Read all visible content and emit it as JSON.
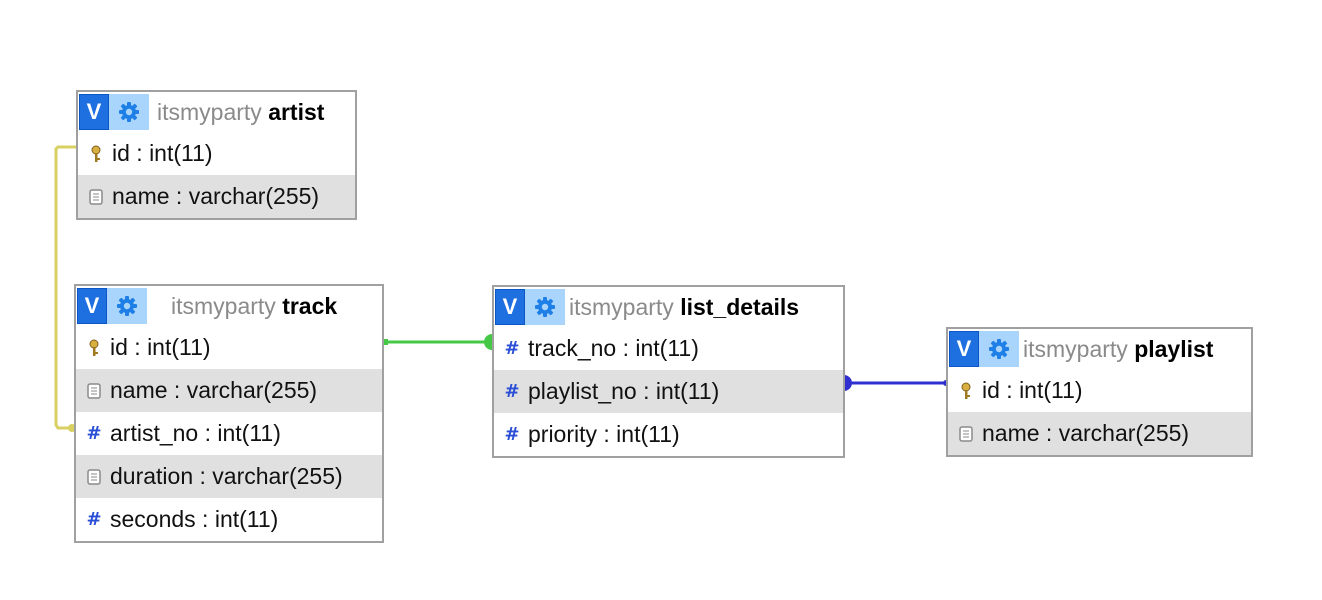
{
  "tables": {
    "artist": {
      "btn_label": "V",
      "db": "itsmyparty",
      "name": "artist",
      "rows": [
        {
          "icon": "key-icon",
          "text": "id : int(11)"
        },
        {
          "icon": "text-field-icon",
          "text": "name : varchar(255)"
        }
      ]
    },
    "track": {
      "btn_label": "V",
      "db": "itsmyparty",
      "name": "track",
      "rows": [
        {
          "icon": "key-icon",
          "text": "id : int(11)"
        },
        {
          "icon": "text-field-icon",
          "text": "name : varchar(255)"
        },
        {
          "icon": "hash-icon",
          "text": "artist_no : int(11)"
        },
        {
          "icon": "text-field-icon",
          "text": "duration : varchar(255)"
        },
        {
          "icon": "hash-icon",
          "text": "seconds : int(11)"
        }
      ]
    },
    "list_details": {
      "btn_label": "V",
      "db": "itsmyparty",
      "name": "list_details",
      "rows": [
        {
          "icon": "hash-icon",
          "text": "track_no : int(11)"
        },
        {
          "icon": "hash-icon",
          "text": "playlist_no : int(11)"
        },
        {
          "icon": "hash-icon",
          "text": "priority : int(11)"
        }
      ]
    },
    "playlist": {
      "btn_label": "V",
      "db": "itsmyparty",
      "name": "playlist",
      "rows": [
        {
          "icon": "key-icon",
          "text": "id : int(11)"
        },
        {
          "icon": "text-field-icon",
          "text": "name : varchar(255)"
        }
      ]
    }
  },
  "relations": {
    "artist_track": {
      "color": "#d8d060"
    },
    "track_list_details": {
      "color": "#45c845"
    },
    "list_details_playlist": {
      "color": "#3030d0"
    }
  },
  "colors": {
    "header_button": "#1e6fe0",
    "gear_bg": "#a9d4fb",
    "alt_row": "#e0e0e0",
    "border": "#a0a0a0"
  }
}
